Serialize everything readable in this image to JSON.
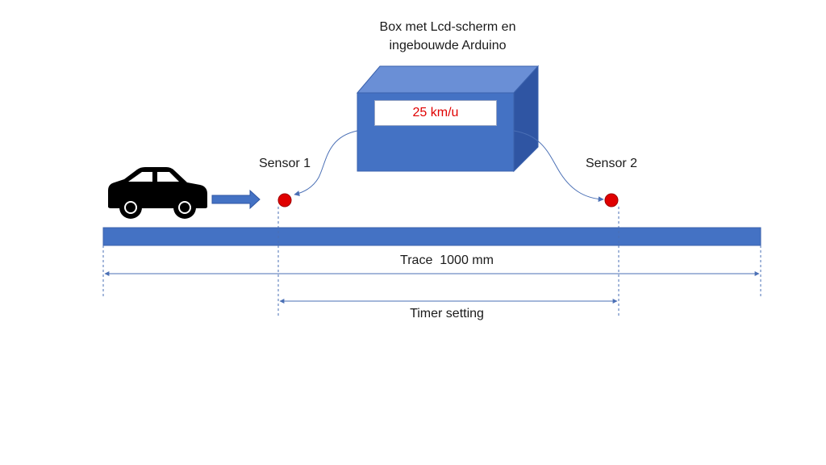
{
  "box": {
    "title_line1": "Box met Lcd-scherm en",
    "title_line2": "ingebouwde Arduino",
    "lcd_text": "25 km/u"
  },
  "sensors": {
    "sensor1": "Sensor 1",
    "sensor2": "Sensor 2"
  },
  "measurements": {
    "trace": "Trace  1000 mm",
    "timer": "Timer setting"
  },
  "colors": {
    "box_front": "#4472c4",
    "box_top": "#6a8fd6",
    "box_side": "#2f55a3",
    "track": "#4472c4",
    "sensor": "#e00000",
    "lcd_text": "#e00000",
    "car": "#000000",
    "dimension_line": "#4a6fb5"
  },
  "icons": {
    "car": "car-icon",
    "arrow": "right-arrow-icon"
  }
}
